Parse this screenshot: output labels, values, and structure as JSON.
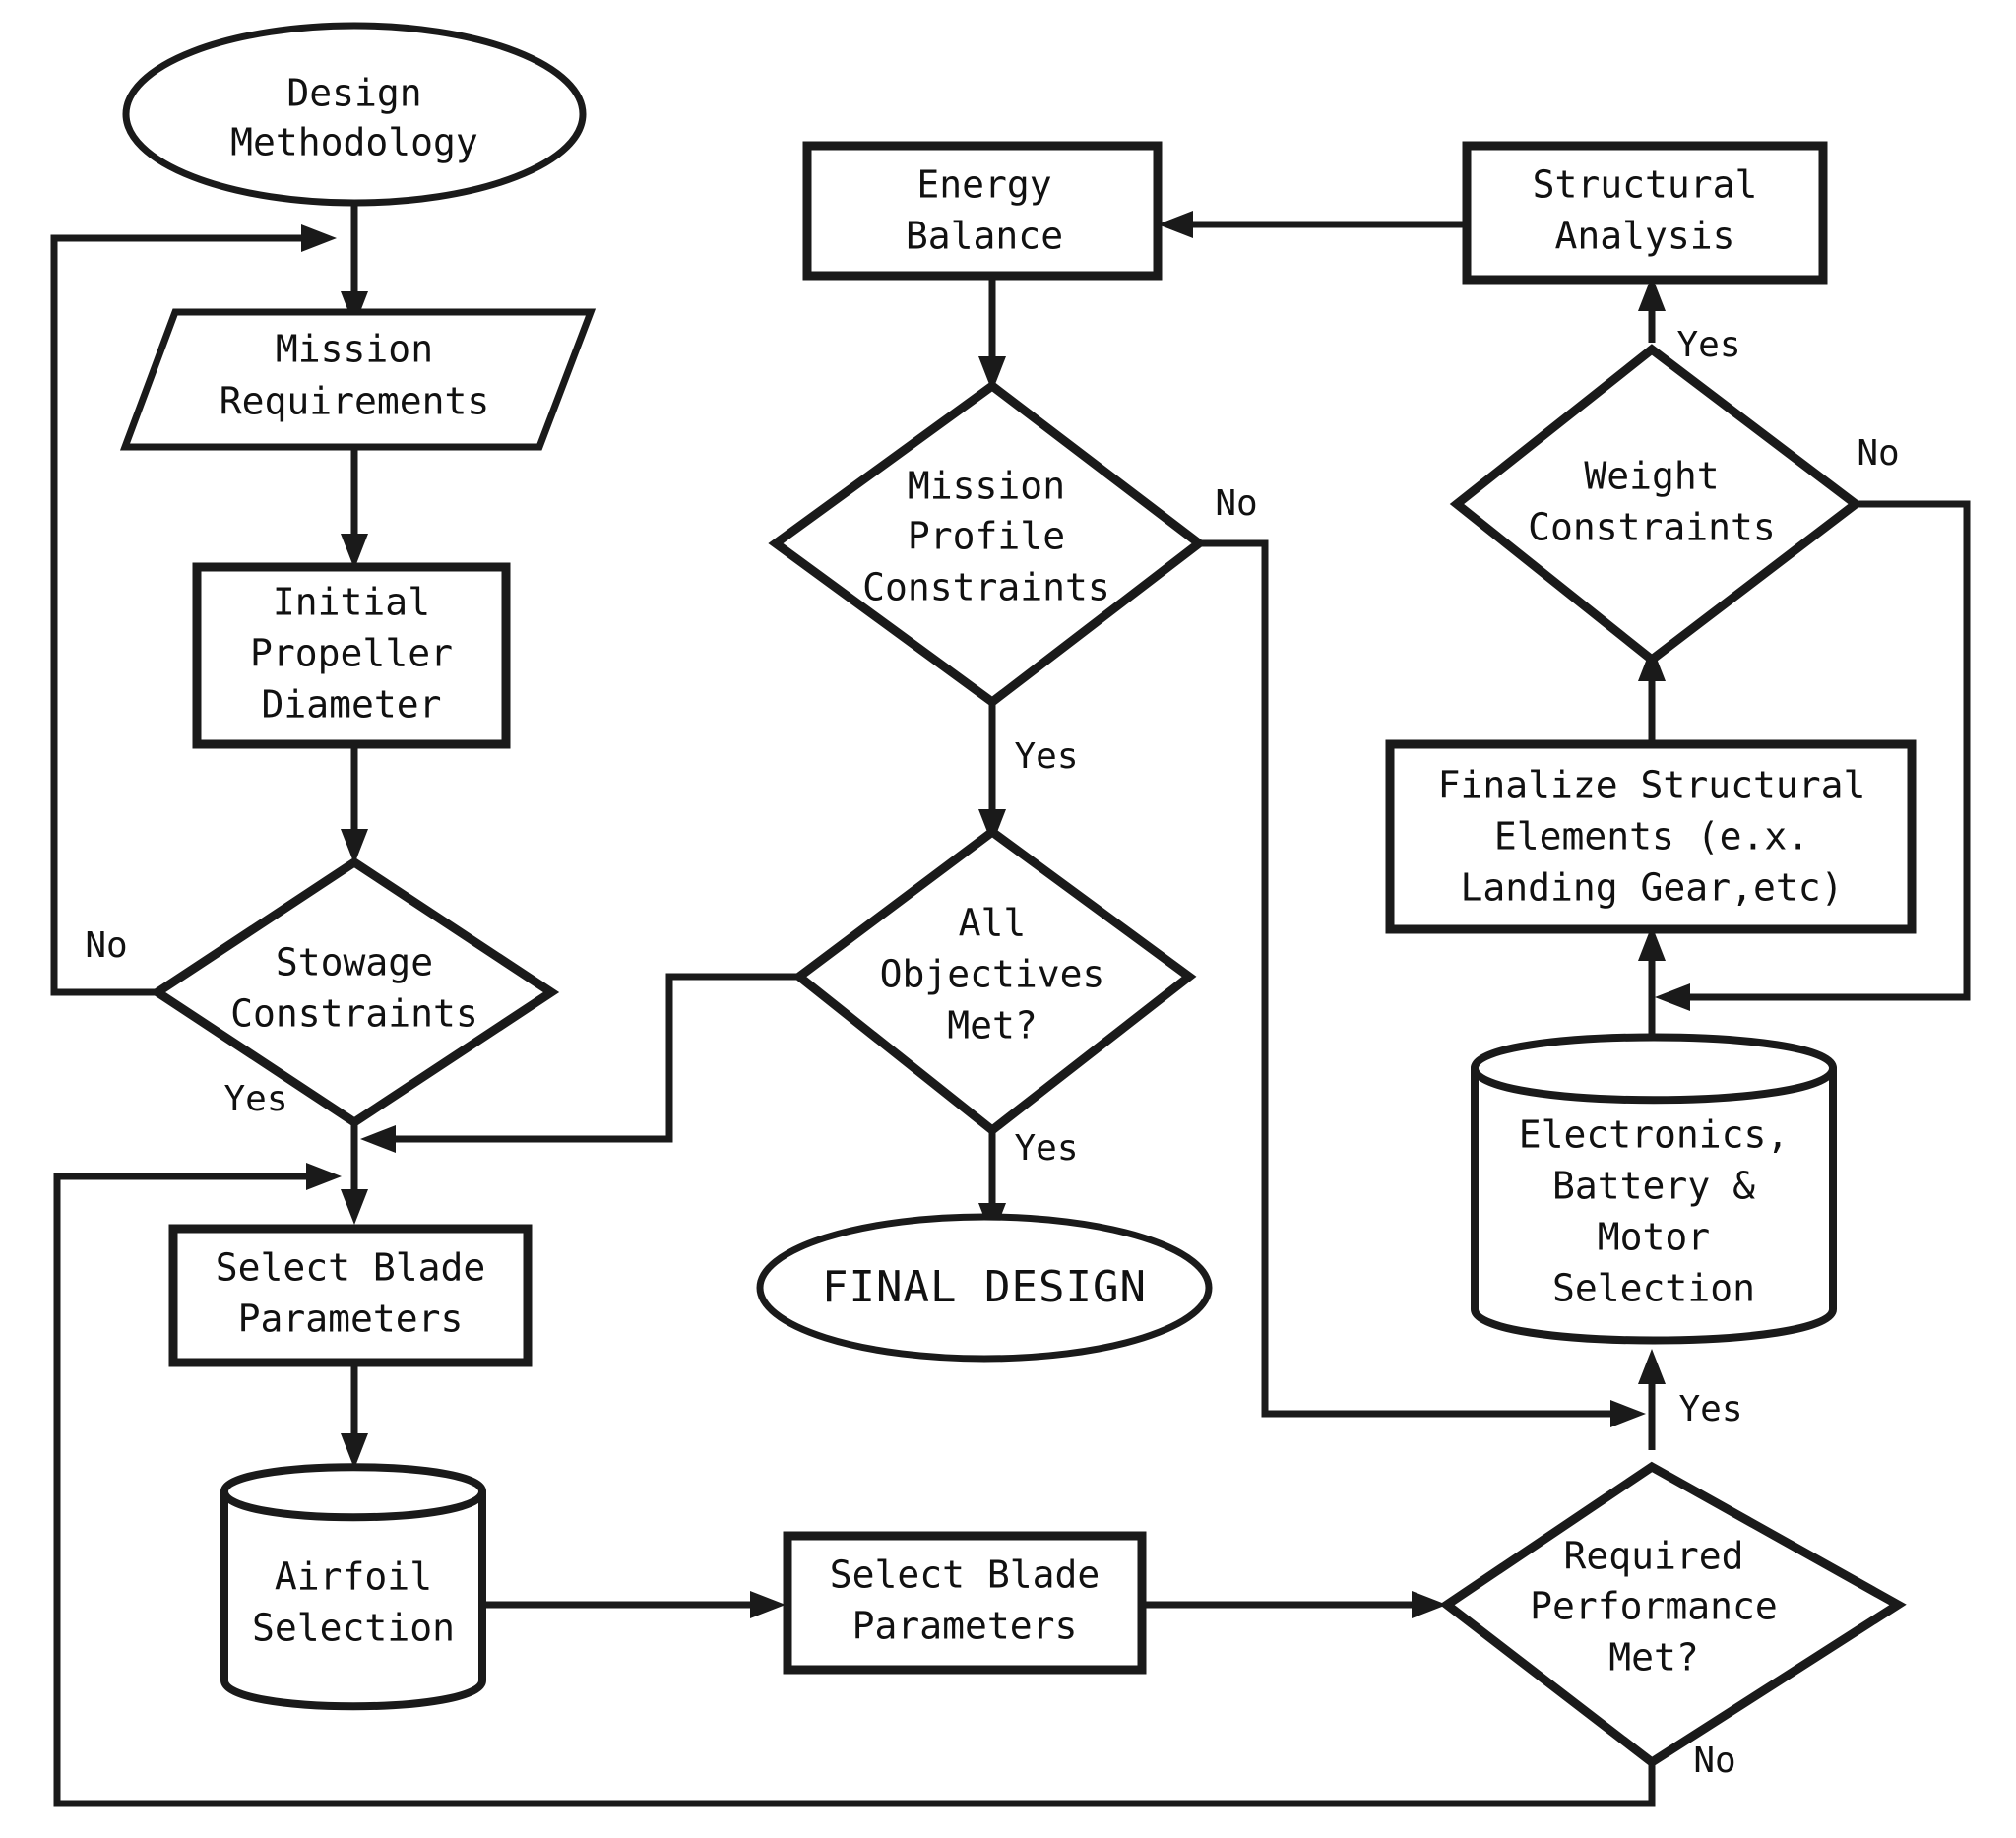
{
  "diagram": {
    "title": "Design Methodology",
    "type": "flowchart",
    "background_color": "#ffffff",
    "stroke_color": "#1a1a1a",
    "text_color": "#111111"
  },
  "nodes": {
    "start": {
      "id": "start",
      "shape": "ellipse",
      "lines": [
        "Design",
        "Methodology"
      ]
    },
    "mission_requirements": {
      "id": "mission_requirements",
      "shape": "parallelogram",
      "lines": [
        "Mission",
        "Requirements"
      ]
    },
    "initial_propeller_diameter": {
      "id": "initial_propeller_diameter",
      "shape": "rectangle",
      "lines": [
        "Initial",
        "Propeller",
        "Diameter"
      ]
    },
    "stowage_constraints": {
      "id": "stowage_constraints",
      "shape": "diamond",
      "lines": [
        "Stowage",
        "Constraints"
      ]
    },
    "select_blade_parameters_left": {
      "id": "select_blade_parameters_left",
      "shape": "rectangle",
      "lines": [
        "Select Blade",
        "Parameters"
      ]
    },
    "airfoil_selection": {
      "id": "airfoil_selection",
      "shape": "cylinder",
      "lines": [
        "Airfoil",
        "Selection"
      ]
    },
    "select_blade_parameters_bottom": {
      "id": "select_blade_parameters_bottom",
      "shape": "rectangle",
      "lines": [
        "Select Blade",
        "Parameters"
      ]
    },
    "required_performance_met": {
      "id": "required_performance_met",
      "shape": "diamond",
      "lines": [
        "Required",
        "Performance",
        "Met?"
      ]
    },
    "electronics_battery_motor": {
      "id": "electronics_battery_motor",
      "shape": "cylinder",
      "lines": [
        "Electronics,",
        "Battery &",
        "Motor",
        "Selection"
      ]
    },
    "finalize_structural_elements": {
      "id": "finalize_structural_elements",
      "shape": "rectangle",
      "lines": [
        "Finalize Structural",
        "Elements (e.x.",
        "Landing Gear,etc)"
      ]
    },
    "weight_constraints": {
      "id": "weight_constraints",
      "shape": "diamond",
      "lines": [
        "Weight",
        "Constraints"
      ]
    },
    "structural_analysis": {
      "id": "structural_analysis",
      "shape": "rectangle",
      "lines": [
        "Structural",
        "Analysis"
      ]
    },
    "energy_balance": {
      "id": "energy_balance",
      "shape": "rectangle",
      "lines": [
        "Energy",
        "Balance"
      ]
    },
    "mission_profile_constraints": {
      "id": "mission_profile_constraints",
      "shape": "diamond",
      "lines": [
        "Mission",
        "Profile",
        "Constraints"
      ]
    },
    "all_objectives_met": {
      "id": "all_objectives_met",
      "shape": "diamond",
      "lines": [
        "All",
        "Objectives",
        "Met?"
      ]
    },
    "final_design": {
      "id": "final_design",
      "shape": "ellipse",
      "lines": [
        "FINAL DESIGN"
      ]
    }
  },
  "edge_labels": {
    "stowage_no": "No",
    "stowage_yes": "Yes",
    "mission_profile_no": "No",
    "mission_profile_yes": "Yes",
    "all_objectives_yes": "Yes",
    "weight_no": "No",
    "weight_yes": "Yes",
    "performance_yes": "Yes",
    "performance_no": "No"
  },
  "edges": [
    {
      "from": "start",
      "to": "mission_requirements",
      "label": ""
    },
    {
      "from": "mission_requirements",
      "to": "initial_propeller_diameter",
      "label": ""
    },
    {
      "from": "initial_propeller_diameter",
      "to": "stowage_constraints",
      "label": ""
    },
    {
      "from": "stowage_constraints",
      "to": "mission_requirements",
      "label": "No"
    },
    {
      "from": "stowage_constraints",
      "to": "select_blade_parameters_left",
      "label": "Yes"
    },
    {
      "from": "select_blade_parameters_left",
      "to": "airfoil_selection",
      "label": ""
    },
    {
      "from": "airfoil_selection",
      "to": "select_blade_parameters_bottom",
      "label": ""
    },
    {
      "from": "select_blade_parameters_bottom",
      "to": "required_performance_met",
      "label": ""
    },
    {
      "from": "required_performance_met",
      "to": "electronics_battery_motor",
      "label": "Yes"
    },
    {
      "from": "required_performance_met",
      "to": "select_blade_parameters_left",
      "label": "No"
    },
    {
      "from": "electronics_battery_motor",
      "to": "finalize_structural_elements",
      "label": ""
    },
    {
      "from": "finalize_structural_elements",
      "to": "weight_constraints",
      "label": ""
    },
    {
      "from": "weight_constraints",
      "to": "structural_analysis",
      "label": "Yes"
    },
    {
      "from": "weight_constraints",
      "to": "finalize_structural_elements",
      "label": "No"
    },
    {
      "from": "structural_analysis",
      "to": "energy_balance",
      "label": ""
    },
    {
      "from": "energy_balance",
      "to": "mission_profile_constraints",
      "label": ""
    },
    {
      "from": "mission_profile_constraints",
      "to": "all_objectives_met",
      "label": "Yes"
    },
    {
      "from": "mission_profile_constraints",
      "to": "electronics_battery_motor",
      "label": "No"
    },
    {
      "from": "all_objectives_met",
      "to": "select_blade_parameters_left",
      "label": ""
    },
    {
      "from": "all_objectives_met",
      "to": "final_design",
      "label": "Yes"
    }
  ]
}
